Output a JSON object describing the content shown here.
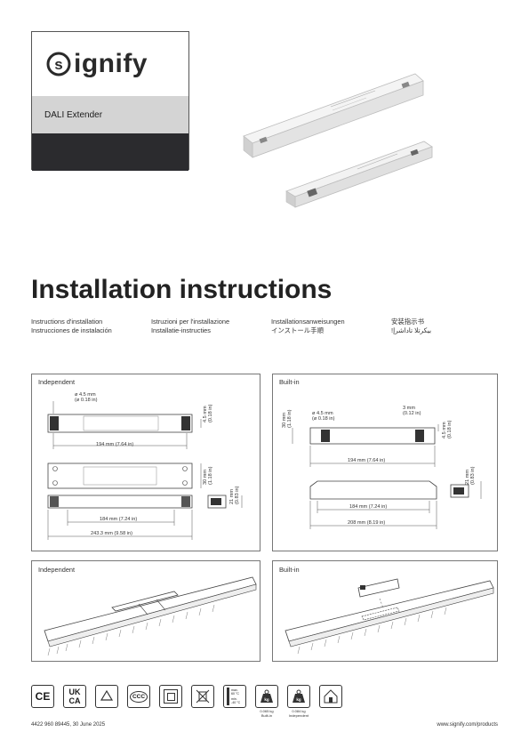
{
  "brand": {
    "logo_letter": "s",
    "logo_rest": "ignify",
    "product": "DALI Extender"
  },
  "title": "Installation instructions",
  "languages": [
    [
      "Instructions d'installation",
      "Instrucciones de instalación"
    ],
    [
      "Istruzioni per l'installazione",
      "Installatie-instructies"
    ],
    [
      "Installationsanweisungen",
      "インストール手順"
    ],
    [
      "安装指示书",
      "!بيكرتلا تاداشرإ"
    ]
  ],
  "panels": {
    "top_left": {
      "label": "Independent",
      "dims": {
        "hole_mm": "ø 4.5 mm",
        "hole_in": "(ø 0.18 in)",
        "h45": "4.5 mm",
        "h45_in": "(0.18 in)",
        "len194": "194 mm (7.64 in)",
        "h30": "30 mm",
        "h30_in": "(1.18 in)",
        "h21": "21 mm",
        "h21_in": "(0.83 in)",
        "len184": "184 mm (7.24 in)",
        "len243": "243.3 mm (9.58 in)"
      }
    },
    "top_right": {
      "label": "Built-in",
      "dims": {
        "h30": "30 mm",
        "h30_in": "(1.18 in)",
        "hole_mm": "ø 4.5 mm",
        "hole_in": "(ø 0.18 in)",
        "w3": "3 mm",
        "w3_in": "(0.12 in)",
        "h45": "4.5 mm",
        "h45_in": "(0.18 in)",
        "len194": "194 mm (7.64 in)",
        "h21": "21 mm",
        "h21_in": "(0.83 in)",
        "len184": "184 mm (7.24 in)",
        "len208": "208 mm (8.19 in)"
      }
    },
    "bottom_left": {
      "label": "Independent"
    },
    "bottom_right": {
      "label": "Built-in"
    }
  },
  "certs": {
    "ce": "CE",
    "ukca_top": "UK",
    "ukca_bottom": "CA",
    "ccc": "CCC",
    "temp_max_label": "max.",
    "temp_max": "60 °C",
    "temp_min_label": "min.",
    "temp_min": "-40 °C",
    "weight_builtin": "0.065 kg",
    "weight_builtin_label": "Built-in",
    "weight_indep": "0.084 kg",
    "weight_indep_label": "Independent",
    "kg": "kg"
  },
  "footer": {
    "code": "4422 960 89445, 30 June 2025",
    "url": "www.signify.com/products"
  }
}
